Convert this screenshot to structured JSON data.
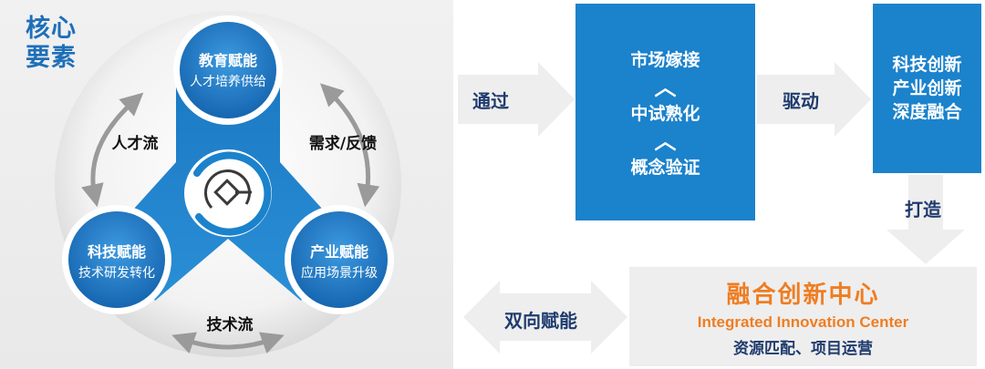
{
  "core": {
    "line1": "核心",
    "line2": "要素"
  },
  "nodes": {
    "education": {
      "title": "教育赋能",
      "subtitle": "人才培养供给"
    },
    "tech": {
      "title": "科技赋能",
      "subtitle": "技术研发转化"
    },
    "industry": {
      "title": "产业赋能",
      "subtitle": "应用场景升级"
    }
  },
  "flows": {
    "talent": "人才流",
    "demand": "需求/反馈",
    "technology": "技术流"
  },
  "arrows": {
    "through": "通过",
    "drive": "驱动",
    "build": "打造",
    "mutual": "双向赋能"
  },
  "stages": {
    "top": "市场嫁接",
    "sep1": "︿",
    "middle": "中试熟化",
    "sep2": "︿",
    "bottom": "概念验证"
  },
  "outcome": {
    "line1": "科技创新",
    "line2": "产业创新",
    "line3": "深度融合"
  },
  "center": {
    "title_cn": "融合创新中心",
    "title_en": "Integrated Innovation Center",
    "subtitle": "资源匹配、项目运营"
  },
  "colors": {
    "primary_blue": "#1b82cc",
    "dark_blue": "#1f3b6e",
    "orange": "#ef7d22",
    "gray_panel": "#eeeeee"
  }
}
